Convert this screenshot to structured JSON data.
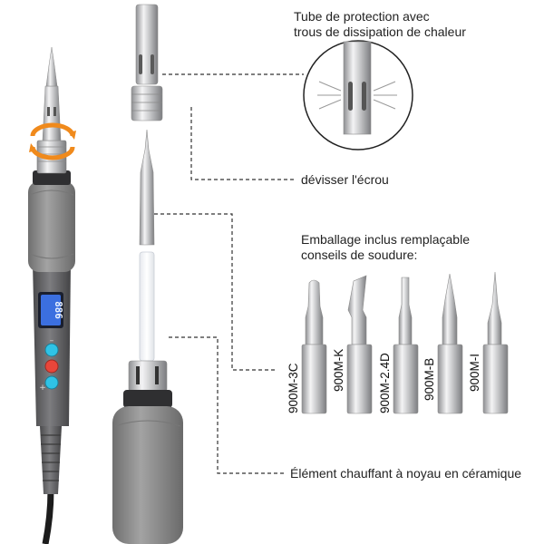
{
  "labels": {
    "tube_line1": "Tube de protection avec",
    "tube_line2": "trous de dissipation de chaleur",
    "nut": "dévisser l'écrou",
    "tips_line1": "Emballage inclus remplaçable",
    "tips_line2": "conseils de soudure:",
    "ceramic": "Élément chauffant à noyau en céramique"
  },
  "display": {
    "reading": "886"
  },
  "tips": [
    {
      "name": "900M-3C"
    },
    {
      "name": "900M-K"
    },
    {
      "name": "900M-2.4D"
    },
    {
      "name": "900M-B"
    },
    {
      "name": "900M-I"
    }
  ],
  "colors": {
    "handle_grey": "#8a8a8a",
    "grip_grey": "#9b9b9b",
    "display_blue": "#3b6fe0",
    "button_cyan": "#2fc3e6",
    "button_red": "#e8463a",
    "arrow_orange": "#f08a1c",
    "steel": "#c9cacc"
  },
  "icons": [
    "rotate-arrows-icon",
    "heat-vent-icon"
  ]
}
